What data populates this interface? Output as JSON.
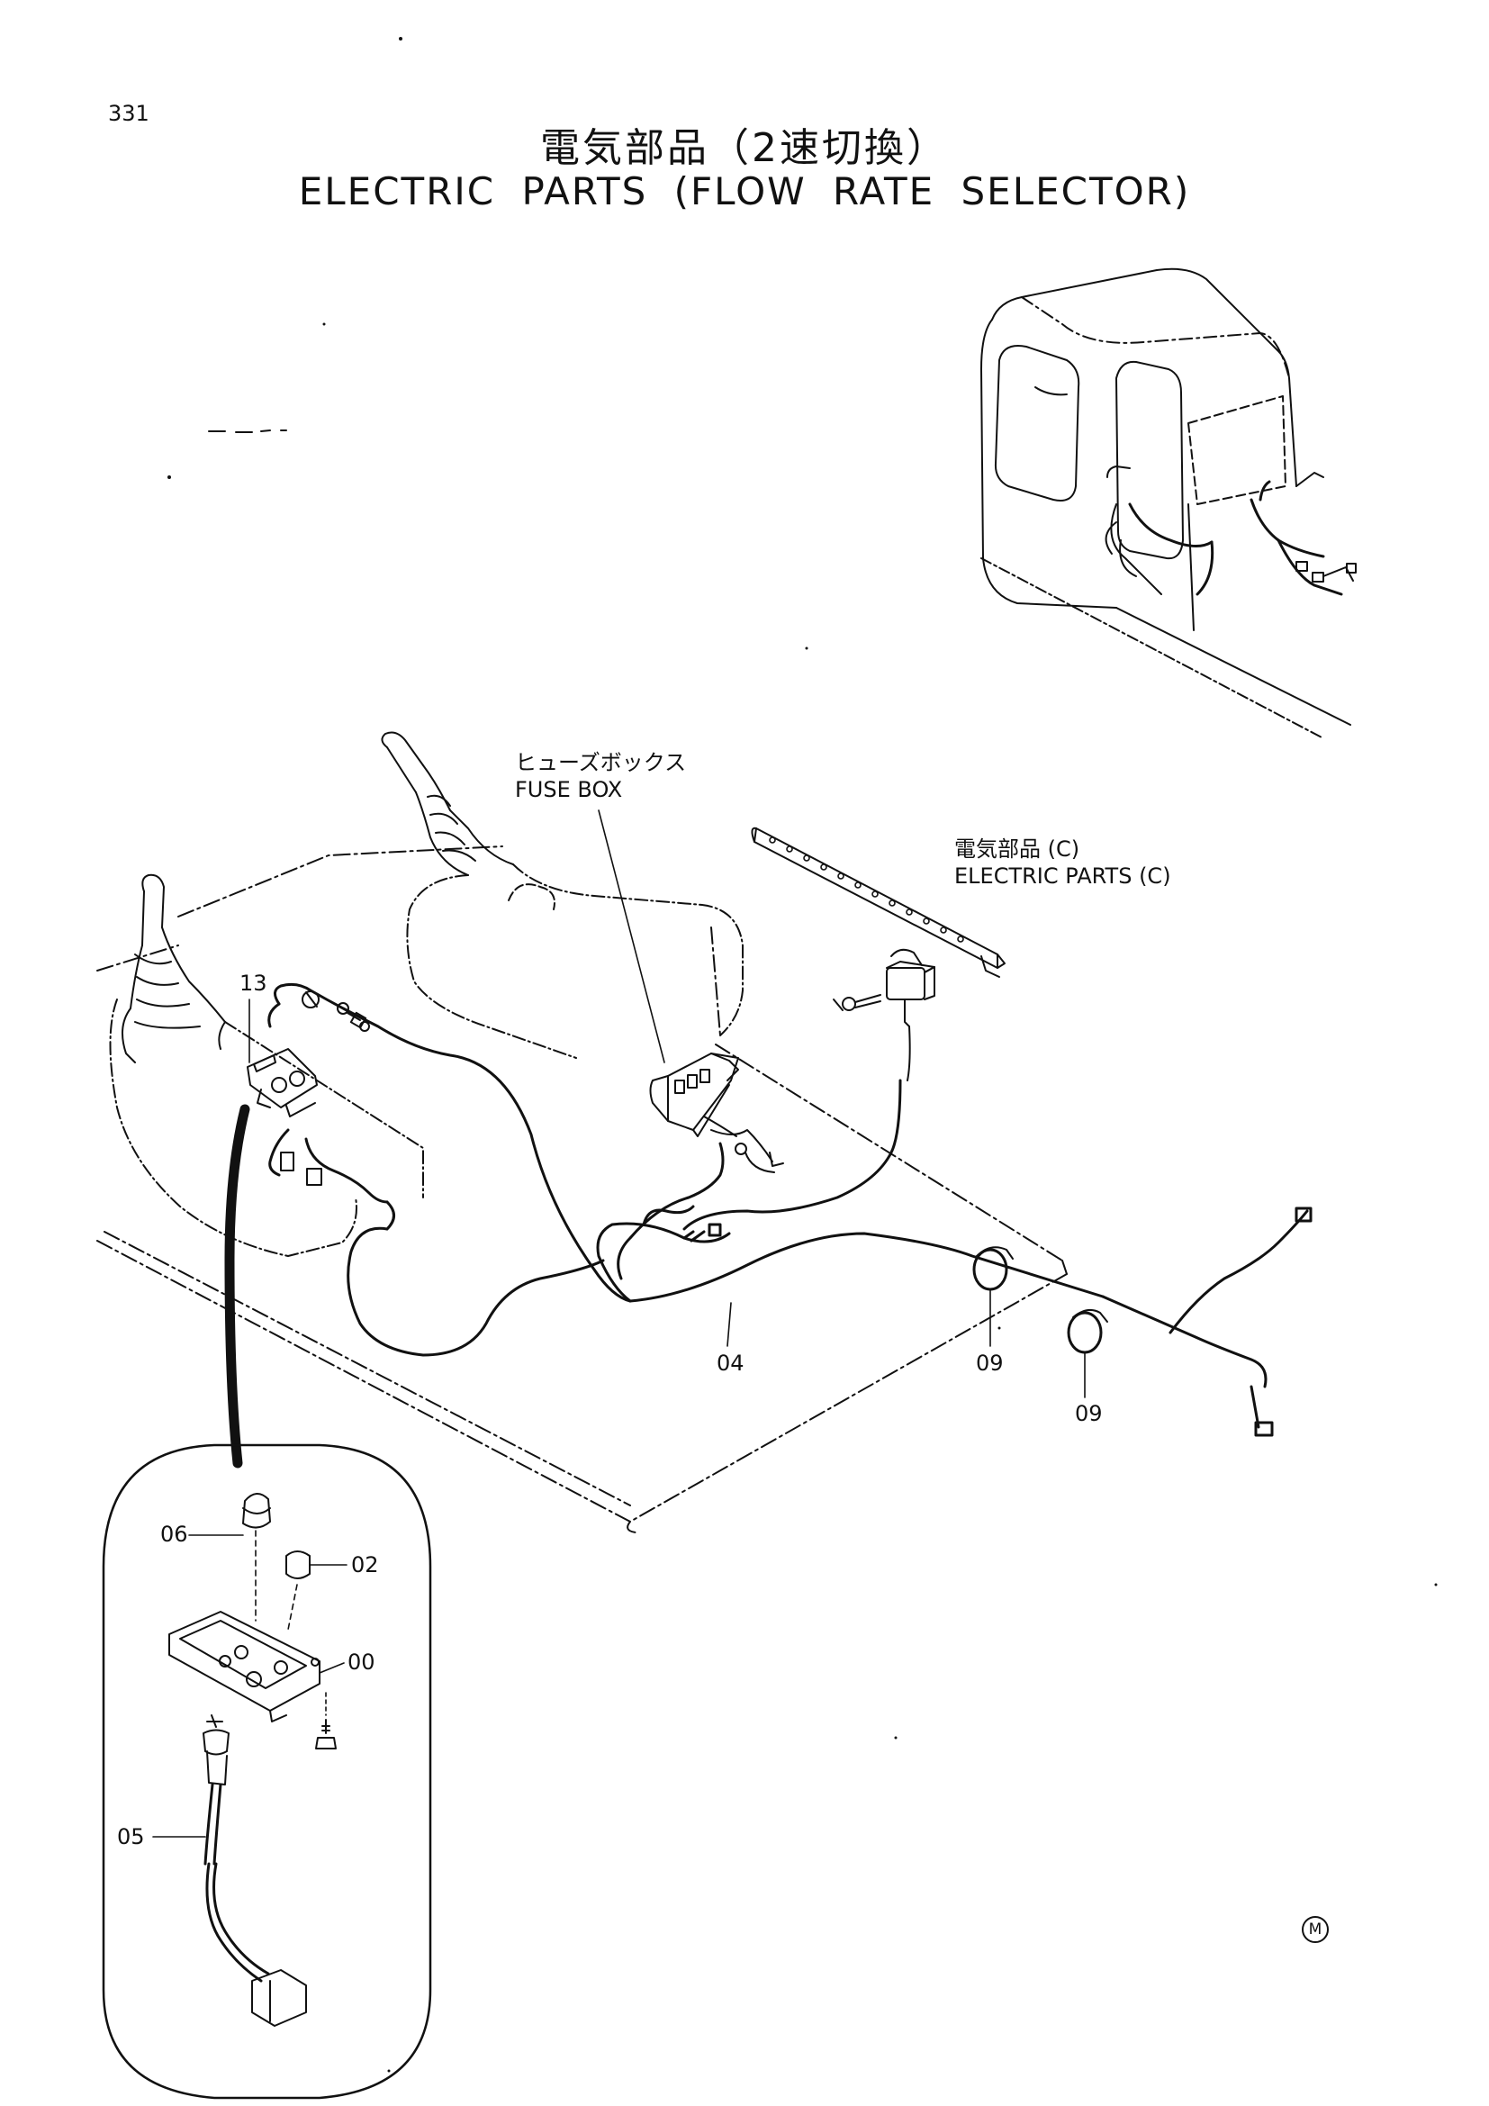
{
  "page_number": "331",
  "title": {
    "japanese": "電気部品（2速切換）",
    "english": "ELECTRIC PARTS (FLOW RATE SELECTOR)"
  },
  "callouts": {
    "fuse_box_jp": "ヒューズボックス",
    "fuse_box_en": "FUSE BOX",
    "electric_parts_c_jp": "電気部品 (C)",
    "electric_parts_c_en": "ELECTRIC  PARTS (C)"
  },
  "part_labels": {
    "p13": "13",
    "p04": "04",
    "p09a": "09",
    "p09b": "09",
    "p06": "06",
    "p02": "02",
    "p00": "00",
    "p05": "05"
  },
  "corner_mark": "M"
}
